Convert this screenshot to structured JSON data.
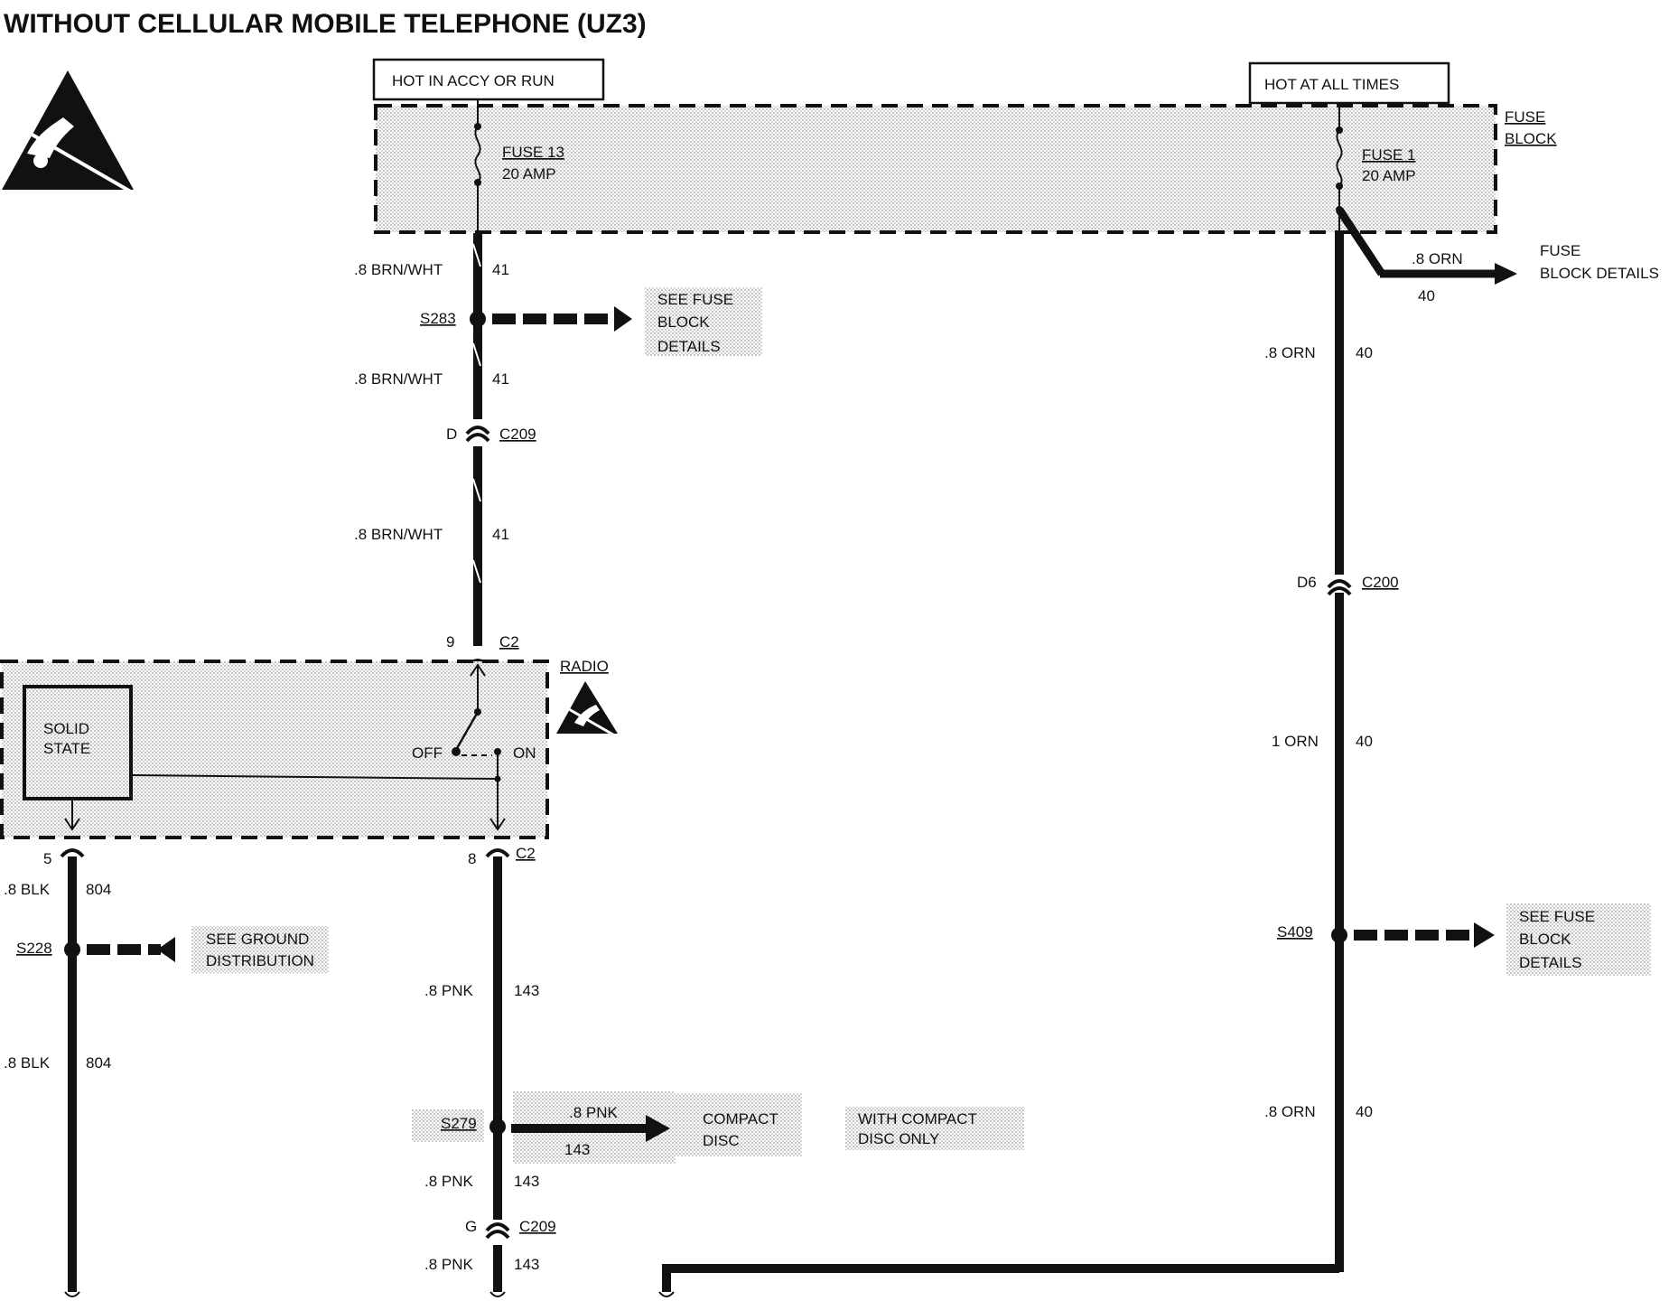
{
  "title": "WITHOUT CELLULAR MOBILE TELEPHONE (UZ3)",
  "power": {
    "accy": "HOT IN ACCY OR RUN",
    "all_times": "HOT AT ALL TIMES",
    "fuse_block": [
      "FUSE",
      "BLOCK"
    ],
    "fuse13": [
      "FUSE 13",
      "20 AMP"
    ],
    "fuse1": [
      "FUSE 1",
      "20 AMP"
    ]
  },
  "left_circuit": {
    "wire_brn_wht": ".8 BRN/WHT",
    "circuit_41": "41",
    "s283": "S283",
    "see_fuse_block_details_1": [
      "SEE FUSE",
      "BLOCK",
      "DETAILS"
    ],
    "c209_d_pin": "D",
    "c209": "C209",
    "c2_pin9": "9",
    "c2": "C2"
  },
  "radio": {
    "label": "RADIO",
    "solid_state": [
      "SOLID",
      "STATE"
    ],
    "off": "OFF",
    "on": "ON",
    "pin5": "5",
    "pin8": "8",
    "c2": "C2"
  },
  "ground_circuit": {
    "wire": ".8 BLK",
    "circuit": "804",
    "s228": "S228",
    "see_ground": [
      "SEE GROUND",
      "DISTRIBUTION"
    ]
  },
  "pink_circuit": {
    "wire": ".8 PNK",
    "circuit": "143",
    "s279": "S279",
    "compact_disc": [
      "COMPACT",
      "DISC"
    ],
    "with_cd": [
      "WITH COMPACT",
      "DISC ONLY"
    ],
    "c209_g_pin": "G",
    "c209": "C209"
  },
  "right_circuit": {
    "wire_orn_08": ".8 ORN",
    "wire_orn_1": "1 ORN",
    "circuit_40": "40",
    "fuse_block_details": [
      "FUSE",
      "BLOCK DETAILS"
    ],
    "c200_pin": "D6",
    "c200": "C200",
    "s409": "S409",
    "see_fuse_block_details_2": [
      "SEE FUSE",
      "BLOCK",
      "DETAILS"
    ]
  }
}
